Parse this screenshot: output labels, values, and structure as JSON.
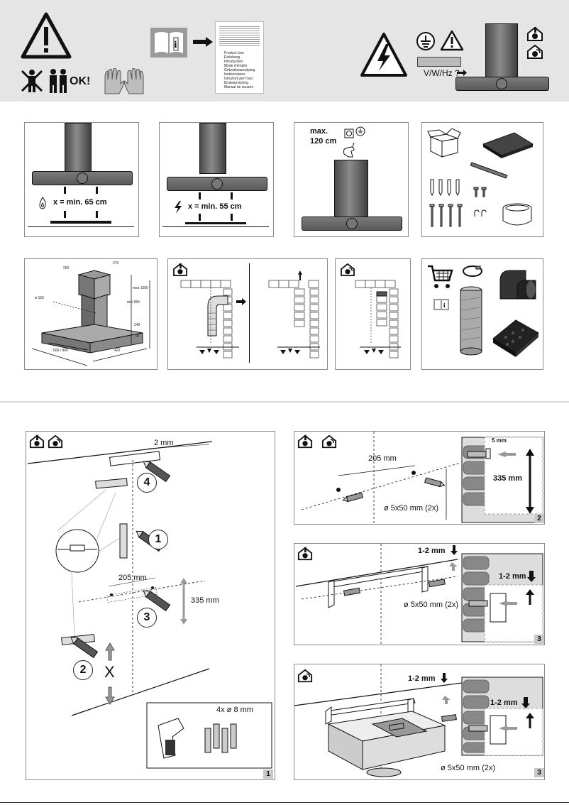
{
  "top_banner": {
    "ok_text": "OK!",
    "voltage_text": "V/W/Hz ?",
    "booklet_lines": [
      "Product Line",
      "Einleitung",
      "Introduction",
      "Mode d'emploi",
      "Gebruiksaanwijzing",
      "Instrucciones",
      "Istruzioni per l'uso",
      "Bruksanvisning",
      "Manual de usuario"
    ]
  },
  "panels_row1": {
    "gas_distance": "x = min. 65 cm",
    "electric_distance": "x = min. 55 cm",
    "max_height_line1": "max.",
    "max_height_line2": "120 cm"
  },
  "dimensions": {
    "top_w": "250",
    "top_d": "270",
    "max_h": "max 1050",
    "min_h": "min 580",
    "dia": "ø 150",
    "h1": "349",
    "h2": "95",
    "width": "600 / 900",
    "depth": "420"
  },
  "step1": {
    "gap": "2 mm",
    "hole_spacing": "205 mm",
    "height": "335 mm",
    "drill": "4x ø 8 mm",
    "cross": "X",
    "n1": "1",
    "n2": "2",
    "n3": "3",
    "n4": "4",
    "page": "1"
  },
  "step2": {
    "spacing": "205 mm",
    "screw": "ø 5x50 mm (2x)",
    "gap": "5 mm",
    "height": "335 mm",
    "page": "2"
  },
  "step3a": {
    "adjust_top": "1-2 mm",
    "adjust_side": "1-2 mm",
    "screw": "ø 5x50 mm (2x)",
    "page": "3"
  },
  "step3b": {
    "adjust_top": "1-2 mm",
    "adjust_side": "1-2 mm",
    "screw": "ø 5x50 mm (2x)",
    "page": "3"
  },
  "colors": {
    "banner_bg": "#e5e5e5",
    "hood_gray": "#6e6e6e",
    "brick": "#8c8c8c"
  }
}
